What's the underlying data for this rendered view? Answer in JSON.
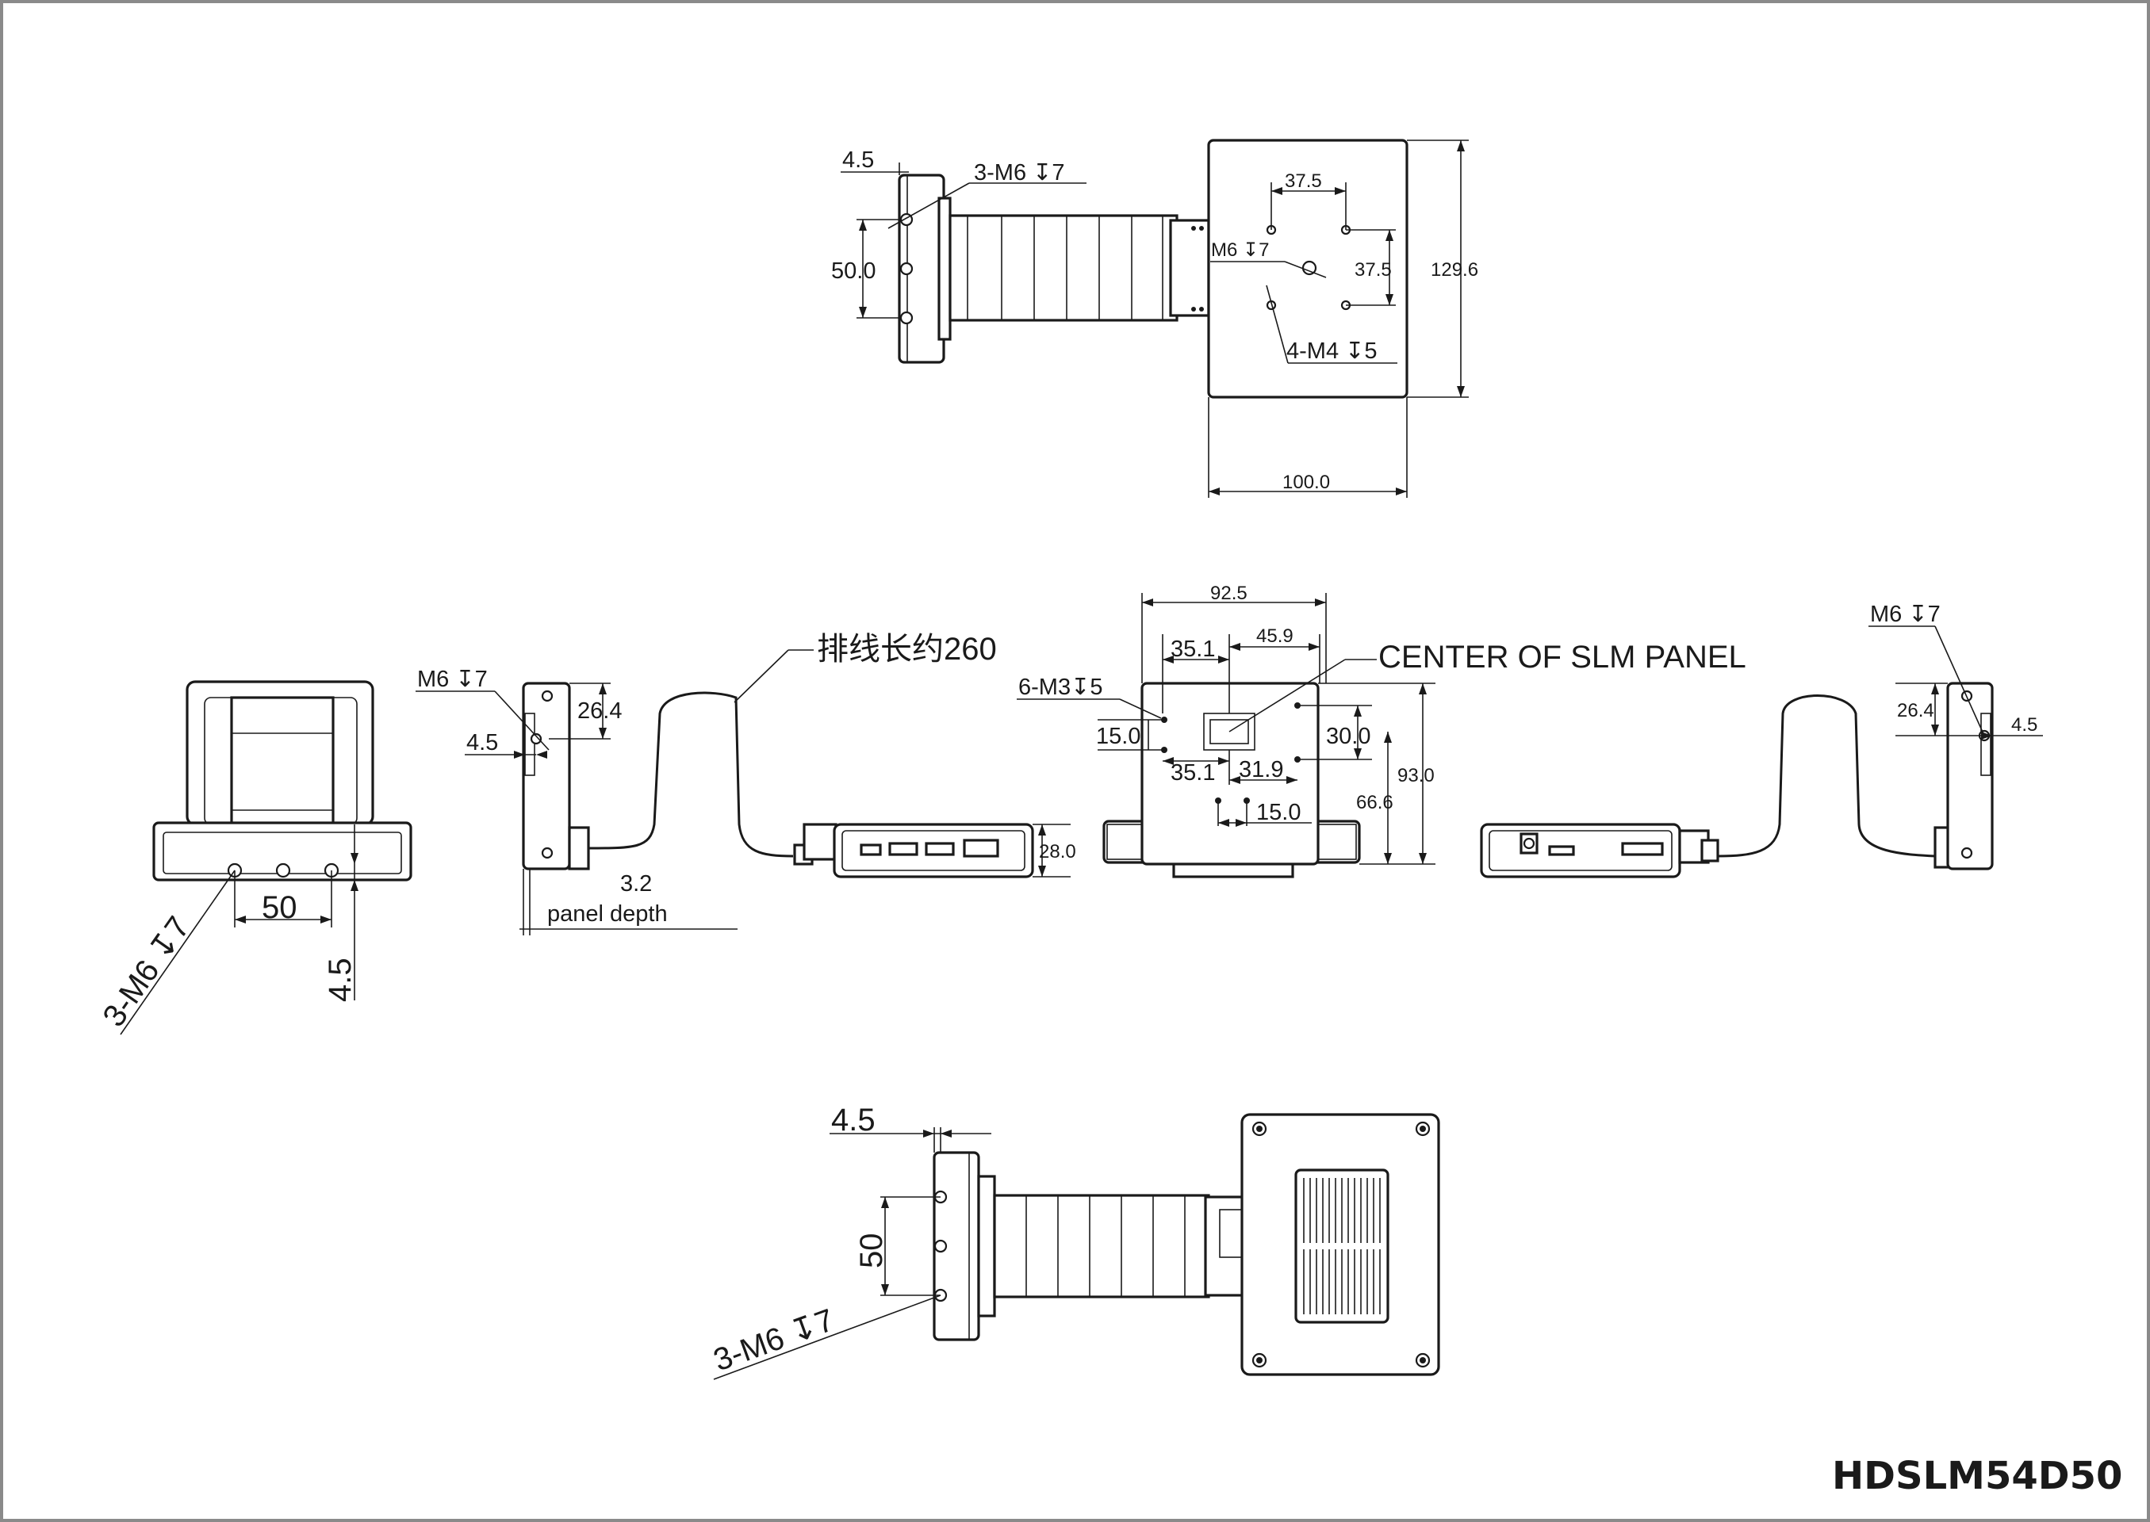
{
  "model_name": "HDSLM54D50",
  "callouts": {
    "center_of_slm_panel": "CENTER OF SLM PANEL",
    "cable_length_note": "排线长约260",
    "panel_depth": "panel depth"
  },
  "top_view": {
    "dim_4_5": "4.5",
    "thread_3_m6": "3-M6 ↧7",
    "dim_50_0": "50.0",
    "dim_37_5_h": "37.5",
    "thread_m6": "M6 ↧7",
    "dim_37_5_v": "37.5",
    "dim_129_6": "129.6",
    "thread_4_m4": "4-M4 ↧5",
    "dim_100_0": "100.0"
  },
  "left_end_view": {
    "dim_50": "50",
    "dim_4_5": "4.5",
    "thread_3_m6": "3-M6 ↧7"
  },
  "left_side_view": {
    "thread_m6": "M6 ↧7",
    "dim_26_4": "26.4",
    "dim_4_5": "4.5",
    "dim_3_2": "3.2"
  },
  "driver_box": {
    "dim_28_0": "28.0"
  },
  "front_view": {
    "dim_92_5": "92.5",
    "dim_35_1_top": "35.1",
    "dim_45_9": "45.9",
    "thread_6_m3": "6-M3↧5",
    "dim_15_0_left": "15.0",
    "dim_30_0": "30.0",
    "dim_35_1_mid": "35.1",
    "dim_31_9": "31.9",
    "dim_93_0": "93.0",
    "dim_66_6": "66.6",
    "dim_15_0_bottom": "15.0"
  },
  "right_side_view": {
    "thread_m6": "M6 ↧7",
    "dim_26_4": "26.4",
    "dim_4_5": "4.5"
  },
  "bottom_view": {
    "dim_4_5": "4.5",
    "dim_50": "50",
    "thread_3_m6": "3-M6 ↧7"
  }
}
